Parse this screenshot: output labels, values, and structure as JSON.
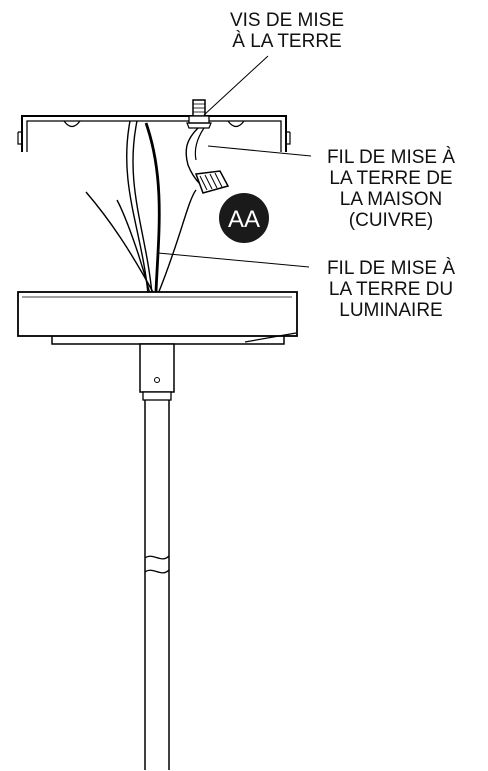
{
  "labels": {
    "ground_screw": [
      "VIS DE MISE",
      "À LA TERRE"
    ],
    "house_ground_wire": [
      "FIL DE MISE À",
      "LA TERRE DE",
      "LA MAISON",
      "(CUIVRE)"
    ],
    "fixture_ground_wire": [
      "FIL DE MISE À",
      "LA TERRE DU",
      "LUMINAIRE"
    ]
  },
  "badge": {
    "text": "AA",
    "color": "#1a1a1a",
    "text_color": "#ffffff"
  },
  "colors": {
    "line": "#000000",
    "background": "#ffffff"
  }
}
